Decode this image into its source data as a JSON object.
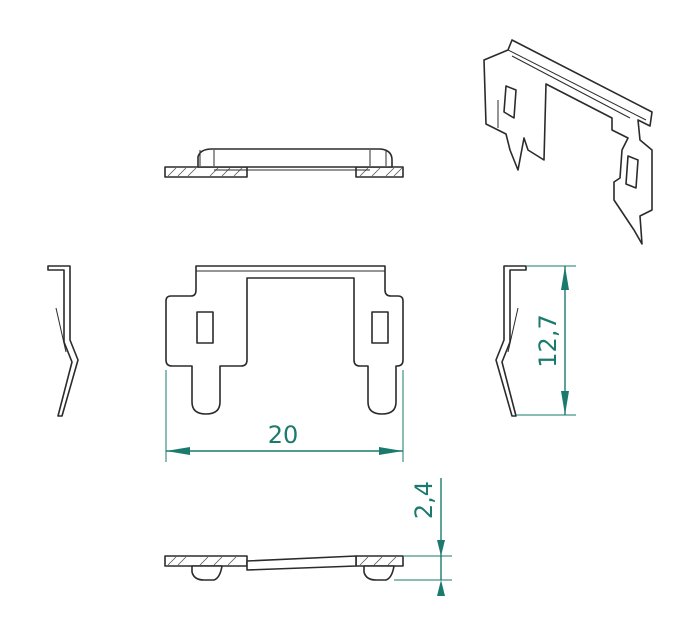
{
  "dimensions": {
    "width_label": "20",
    "height_label": "12,7",
    "thickness_label": "2,4"
  },
  "colors": {
    "outline": "#2b2b2b",
    "dimension": "#1a7a6e",
    "background": "#ffffff"
  }
}
